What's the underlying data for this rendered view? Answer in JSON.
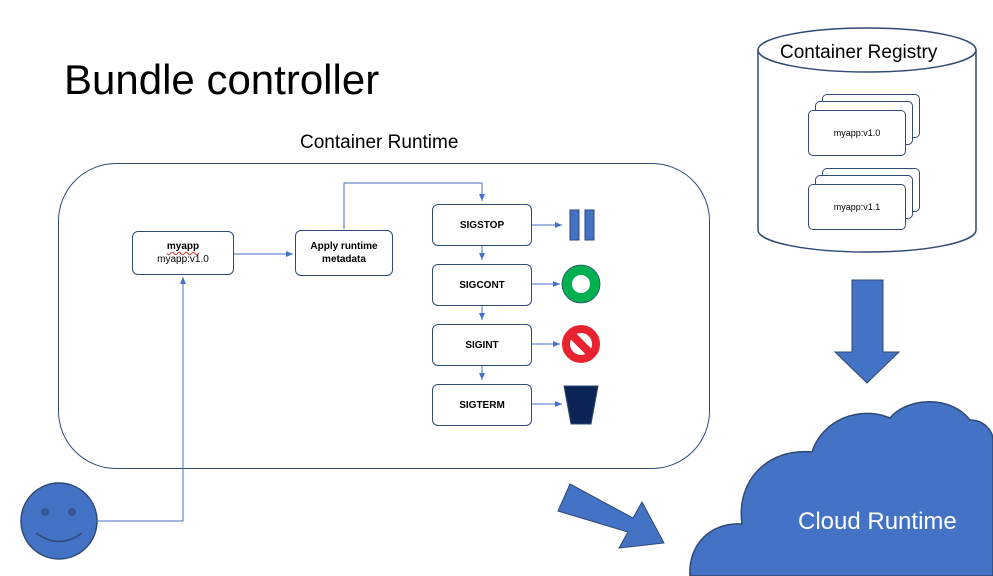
{
  "title": "Bundle controller",
  "runtime": {
    "label": "Container Runtime",
    "app_node": {
      "title": "myapp",
      "subtitle": "myapp:v1.0"
    },
    "apply_node": {
      "label": "Apply runtime metadata"
    },
    "signals": [
      {
        "label": "SIGSTOP",
        "icon": "pause-icon"
      },
      {
        "label": "SIGCONT",
        "icon": "ring-icon"
      },
      {
        "label": "SIGINT",
        "icon": "no-entry-icon"
      },
      {
        "label": "SIGTERM",
        "icon": "bucket-icon"
      }
    ]
  },
  "registry": {
    "label": "Container Registry",
    "images": [
      "myapp:v1.0",
      "myapp:v1.1"
    ]
  },
  "cloud": {
    "label": "Cloud Runtime"
  },
  "colors": {
    "accent_blue": "#4472c4",
    "border_navy": "#2f4a73",
    "green": "#00b050",
    "red": "#e8232f",
    "dark_navy": "#0c2454"
  }
}
